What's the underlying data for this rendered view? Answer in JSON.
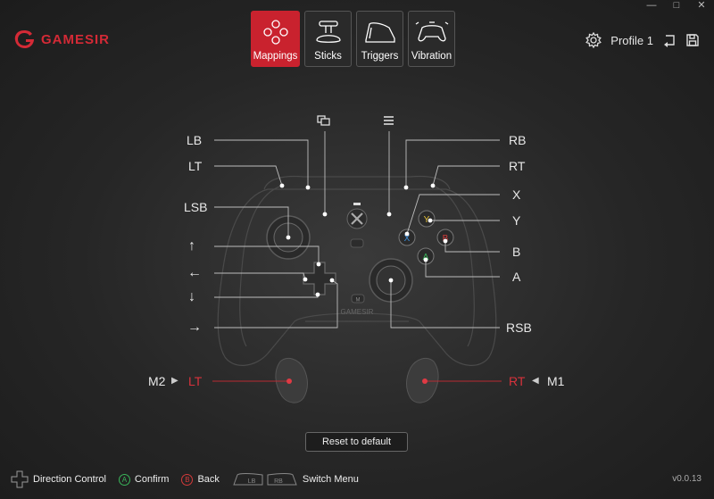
{
  "brand": {
    "name": "GAMESIR"
  },
  "window_controls": {
    "minimize": "—",
    "maximize": "□",
    "close": "✕"
  },
  "tabs": [
    {
      "label": "Mappings",
      "active": true,
      "icon": "gamepad-buttons-icon"
    },
    {
      "label": "Sticks",
      "active": false,
      "icon": "joystick-icon"
    },
    {
      "label": "Triggers",
      "active": false,
      "icon": "trigger-icon"
    },
    {
      "label": "Vibration",
      "active": false,
      "icon": "vibration-icon"
    }
  ],
  "profile": {
    "label": "Profile 1"
  },
  "mappings": {
    "view_icon": "view-button-icon",
    "menu_icon": "menu-button-icon",
    "lb": "LB",
    "lt": "LT",
    "lsb": "LSB",
    "dpad_up": "↑",
    "dpad_left": "←",
    "dpad_down": "↓",
    "dpad_right": "→",
    "rb": "RB",
    "rt": "RT",
    "x": "X",
    "y": "Y",
    "b": "B",
    "a": "A",
    "rsb": "RSB",
    "m2": "M2",
    "m2_arrow": "▶",
    "m2_target": "LT",
    "m1": "M1",
    "m1_arrow": "◀",
    "m1_target": "RT",
    "face_x": "X",
    "face_y": "Y",
    "face_b": "B",
    "face_a": "A",
    "controller_logo": "GAMESIR"
  },
  "reset_button": {
    "label": "Reset to default"
  },
  "footer": {
    "direction": "Direction Control",
    "confirm_key": "A",
    "confirm": "Confirm",
    "back_key": "B",
    "back": "Back",
    "lb_key": "LB",
    "rb_key": "RB",
    "switch": "Switch Menu"
  },
  "version": "v0.0.13",
  "colors": {
    "accent": "#c9222e",
    "x": "#3a8fe0",
    "y": "#e8c43a",
    "b": "#d43a3a",
    "a": "#3ab45a"
  }
}
